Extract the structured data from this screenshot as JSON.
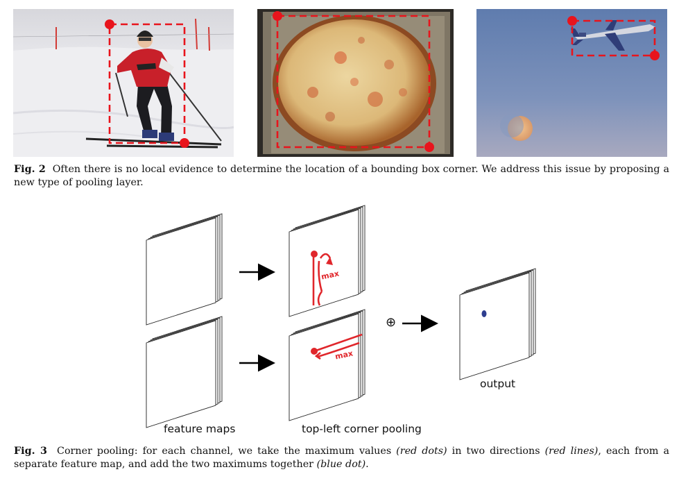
{
  "fig2": {
    "label": "Fig. 2",
    "caption": "Often there is no local evidence to determine the location of a bounding box corner. We address this issue by proposing a new type of pooling layer.",
    "photos": [
      {
        "subject": "skier"
      },
      {
        "subject": "pizza"
      },
      {
        "subject": "airplane and moon"
      }
    ],
    "box_color": "#e8141c"
  },
  "fig3": {
    "label": "Fig. 3",
    "caption_parts": [
      {
        "text": "Corner pooling: for each channel, we take the maximum values ",
        "italic": false
      },
      {
        "text": "(red dots)",
        "italic": true
      },
      {
        "text": " in two directions ",
        "italic": false
      },
      {
        "text": "(red lines)",
        "italic": true
      },
      {
        "text": ", each from a separate feature map, and add the two maximums together ",
        "italic": false
      },
      {
        "text": "(blue dot)",
        "italic": true
      },
      {
        "text": ".",
        "italic": false
      }
    ],
    "feature_maps_label": "feature maps",
    "pooling_label": "top-left corner pooling",
    "output_label": "output",
    "max_label": "max",
    "plus_symbol": "⊕",
    "red_color": "#e0262b",
    "blue_color": "#2e3e8f"
  }
}
